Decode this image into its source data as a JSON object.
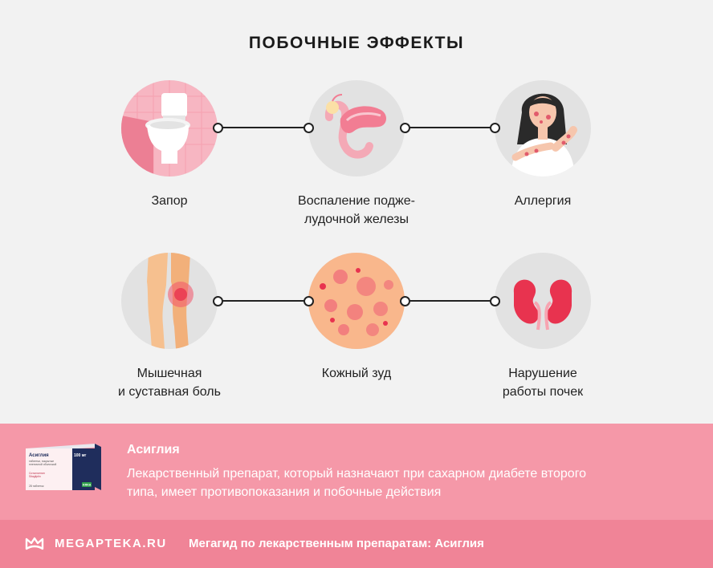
{
  "title": "ПОБОЧНЫЕ ЭФФЕКТЫ",
  "effects": [
    {
      "lines": [
        "Запор"
      ],
      "icon": "toilet-icon"
    },
    {
      "lines": [
        "Воспаление подже-",
        "лудочной железы"
      ],
      "icon": "pancreas-icon"
    },
    {
      "lines": [
        "Аллергия"
      ],
      "icon": "allergy-woman-icon"
    },
    {
      "lines": [
        "Мышечная",
        "и суставная боль"
      ],
      "icon": "legs-pain-icon"
    },
    {
      "lines": [
        "Кожный зуд"
      ],
      "icon": "skin-rash-icon"
    },
    {
      "lines": [
        "Нарушение",
        "работы почек"
      ],
      "icon": "kidneys-icon"
    }
  ],
  "drug": {
    "name": "Асиглия",
    "description_lines": [
      "Лекарственный препарат, который назначают при сахарном диабете второго",
      "типа, имеет противопоказания и побочные действия"
    ],
    "package": {
      "brand": "Асиглия",
      "dose": "100 мг",
      "form_lines": [
        "таблетки, покрытые",
        "пленочной оболочкой"
      ],
      "inn_lines": [
        "Ситаглиптин",
        "Sitagliptin"
      ],
      "count": "28 таблеток",
      "maker": "KRKA"
    }
  },
  "footer": {
    "brand": "MEGAPTEKA.RU",
    "tagline": "Мегагид по лекарственным препаратам: Асиглия"
  },
  "colors": {
    "band": "#f598a8",
    "footer": "#f08497",
    "circle": "#e2e2e2",
    "accent": "#f2546a"
  }
}
